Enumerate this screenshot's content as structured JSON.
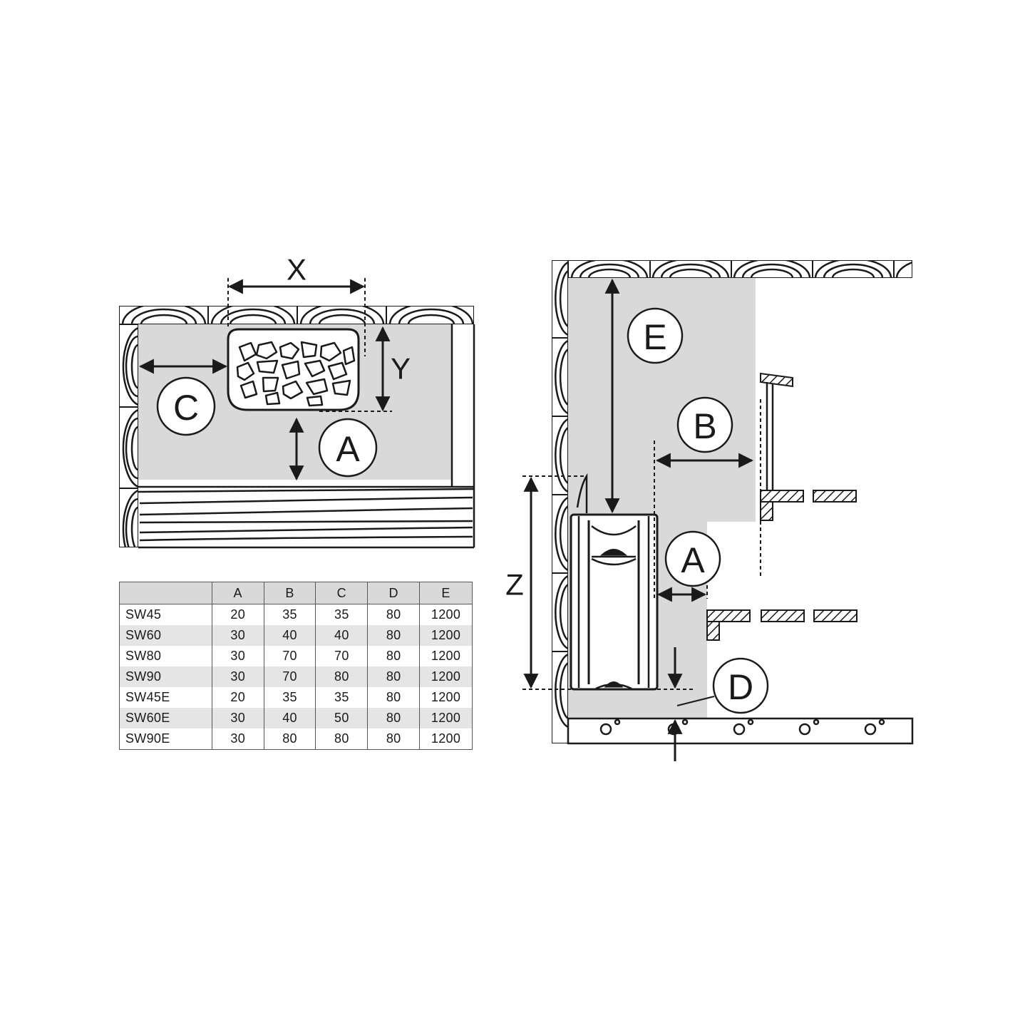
{
  "left_diagram": {
    "labels": {
      "x": "X",
      "y": "Y",
      "c": "C",
      "a": "A"
    }
  },
  "right_diagram": {
    "labels": {
      "e": "E",
      "b": "B",
      "a": "A",
      "z": "Z",
      "d": "D"
    }
  },
  "table": {
    "headers": [
      "",
      "A",
      "B",
      "C",
      "D",
      "E"
    ],
    "rows": [
      [
        "SW45",
        "20",
        "35",
        "35",
        "80",
        "1200"
      ],
      [
        "SW60",
        "30",
        "40",
        "40",
        "80",
        "1200"
      ],
      [
        "SW80",
        "30",
        "70",
        "70",
        "80",
        "1200"
      ],
      [
        "SW90",
        "30",
        "70",
        "80",
        "80",
        "1200"
      ],
      [
        "SW45E",
        "20",
        "35",
        "35",
        "80",
        "1200"
      ],
      [
        "SW60E",
        "30",
        "40",
        "50",
        "80",
        "1200"
      ],
      [
        "SW90E",
        "30",
        "80",
        "80",
        "80",
        "1200"
      ]
    ]
  },
  "colors": {
    "ink": "#1a1a1a",
    "clearance_zone": "#d9d9d9",
    "row_shade": "#e5e5e5"
  }
}
